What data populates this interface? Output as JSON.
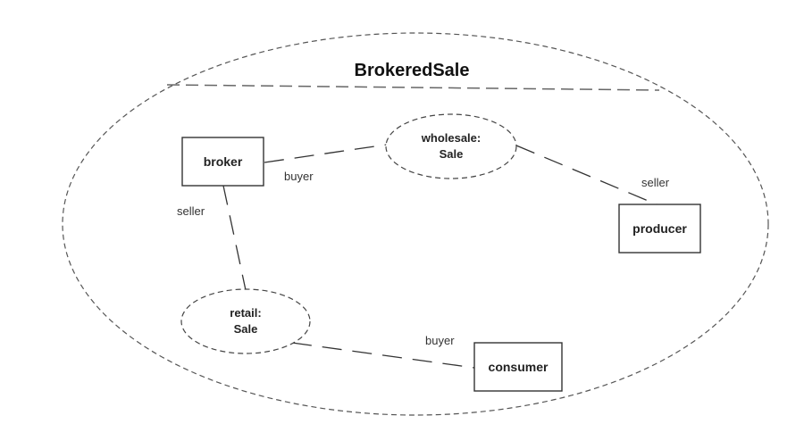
{
  "diagram": {
    "title": "BrokeredSale",
    "collaboration_roles": [
      {
        "id": "wholesale",
        "line1": "wholesale:",
        "line2": "Sale"
      },
      {
        "id": "retail",
        "line1": "retail:",
        "line2": "Sale"
      }
    ],
    "parts": [
      {
        "id": "broker",
        "label": "broker"
      },
      {
        "id": "producer",
        "label": "producer"
      },
      {
        "id": "consumer",
        "label": "consumer"
      }
    ],
    "connectors": [
      {
        "from": "broker",
        "to": "wholesale",
        "role_label": "buyer"
      },
      {
        "from": "wholesale",
        "to": "producer",
        "role_label": "seller"
      },
      {
        "from": "broker",
        "to": "retail",
        "role_label": "seller"
      },
      {
        "from": "retail",
        "to": "consumer",
        "role_label": "buyer"
      }
    ]
  }
}
